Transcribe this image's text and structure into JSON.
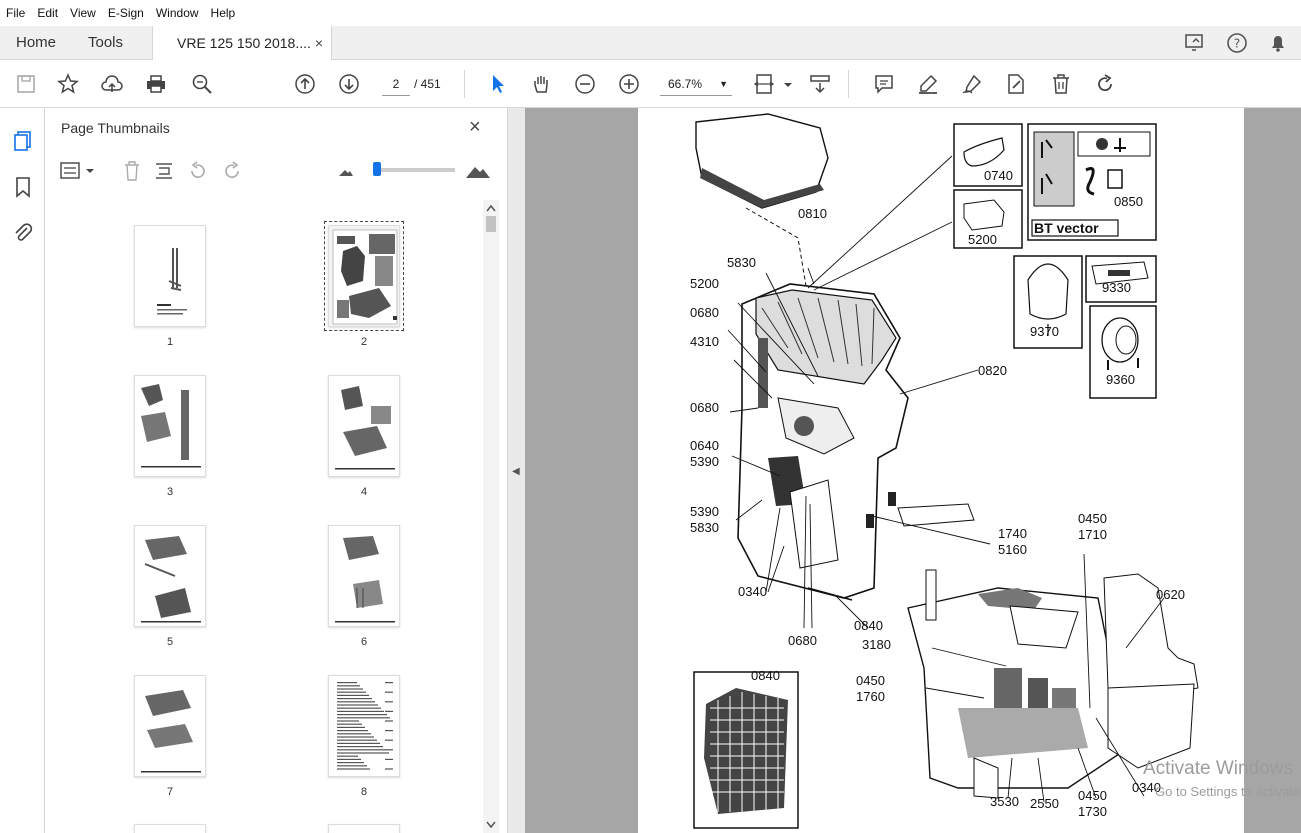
{
  "menu": [
    "File",
    "Edit",
    "View",
    "E-Sign",
    "Window",
    "Help"
  ],
  "tabs": {
    "home": "Home",
    "tools": "Tools",
    "document": "VRE 125 150 2018....",
    "close": "×"
  },
  "toolbar": {
    "page_current": "2",
    "page_total": "/ 451",
    "zoom": "66.7%"
  },
  "panel": {
    "title": "Page Thumbnails",
    "close": "×",
    "thumbnails": [
      {
        "label": "1"
      },
      {
        "label": "2"
      },
      {
        "label": "3"
      },
      {
        "label": "4"
      },
      {
        "label": "5"
      },
      {
        "label": "6"
      },
      {
        "label": "7"
      },
      {
        "label": "8"
      }
    ]
  },
  "diagram": {
    "labels": [
      "0810",
      "0740",
      "0850",
      "BT vector",
      "5200",
      "5830",
      "5200",
      "0680",
      "4310",
      "0680",
      "0640",
      "5390",
      "5390",
      "5830",
      "0340",
      "0680",
      "0840",
      "1740",
      "5160",
      "0820",
      "9330",
      "9370",
      "9360",
      "0450",
      "1710",
      "0620",
      "3180",
      "0450",
      "1760",
      "0840",
      "3530",
      "2550",
      "0450",
      "1730",
      "0340"
    ]
  },
  "watermark": {
    "line1": "Activate Windows",
    "line2": "Go to Settings to activate"
  }
}
